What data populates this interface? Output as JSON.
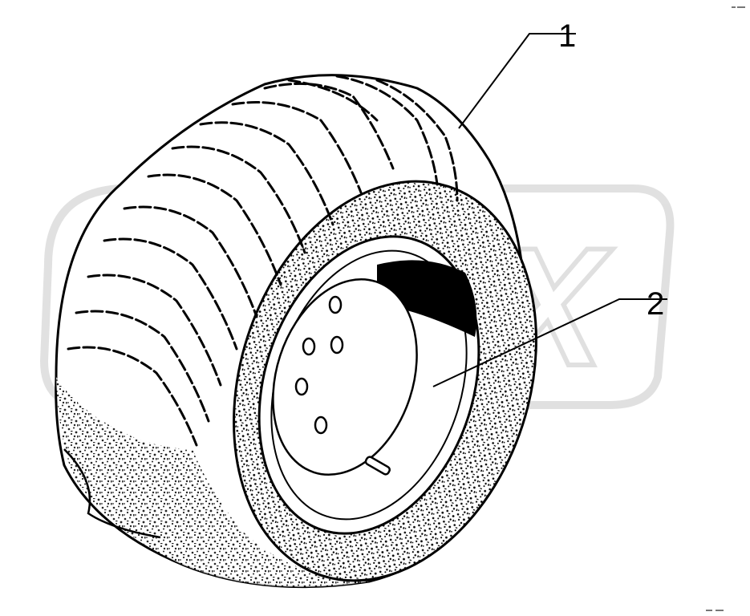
{
  "diagram": {
    "callouts": [
      {
        "label": "1",
        "part": "tire"
      },
      {
        "label": "2",
        "part": "rim"
      }
    ],
    "watermark": "OPAX",
    "colors": {
      "line": "#000000",
      "background": "#ffffff",
      "watermark": "#c8c8c8"
    }
  }
}
